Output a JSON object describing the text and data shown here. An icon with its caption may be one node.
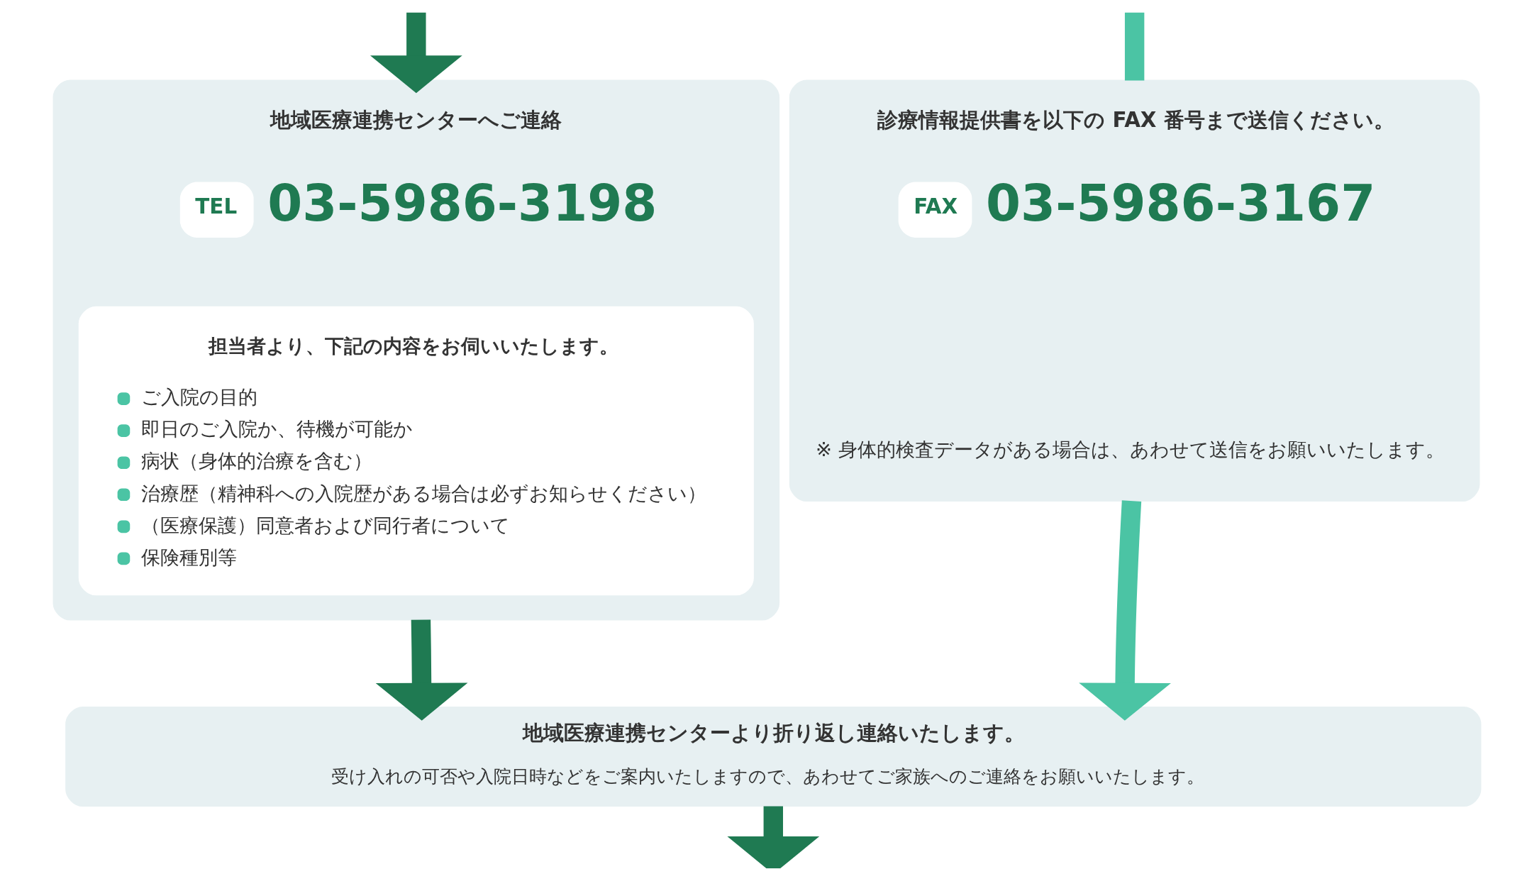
{
  "diagram": {
    "nodes": [
      {
        "text": [
          "地域医療連携センターへご連絡"
        ]
      },
      {
        "text": [
          "TEL"
        ],
        "beside": [
          "03-5986-3198"
        ],
        "in": 0
      },
      {
        "text": [
          "担当者より、下記の内容をお伺いいたします。",
          "ご入院の目的",
          "即日のご入院か、待機が可能か",
          "病状（身体的治療を含む）",
          "治療歴（精神科への入院歴がある場合は必ずお知らせください）",
          "（医療保護）同意者および同行者について",
          "保険種別等"
        ],
        "in": 0
      },
      {
        "text": [
          "診療情報提供書を以下の FAX 番号まで送信ください。",
          "※ 身体的検査データがある場合は、あわせて送信をお願いいたします。"
        ]
      },
      {
        "text": [
          "FAX"
        ],
        "beside": [
          "03-5986-3167"
        ],
        "in": 3
      },
      {
        "text": [
          "地域医療連携センターより折り返し連絡いたします。",
          "受け入れの可否や入院日時などをご案内いたしますので、あわせてご家族へのご連絡をお願いいたします。"
        ]
      }
    ],
    "edges": [
      {
        "from": null,
        "to": 0,
        "arrow": "to"
      },
      {
        "from": null,
        "to": 3,
        "arrow": "none",
        "color": "#4bc4a4"
      },
      {
        "from": 0,
        "to": 5,
        "arrow": "to"
      },
      {
        "from": 3,
        "to": 5,
        "arrow": "to",
        "color": "#4bc4a4"
      },
      {
        "from": 5,
        "to": null,
        "arrow": "to"
      }
    ]
  }
}
